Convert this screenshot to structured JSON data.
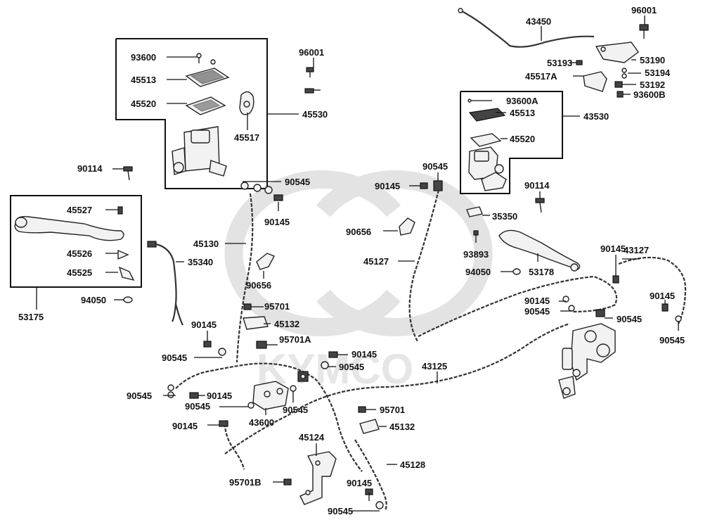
{
  "watermark": "KYMCO",
  "labels": {
    "l93600": "93600",
    "l45513a": "45513",
    "l45520a": "45520",
    "l45517": "45517",
    "l45530": "45530",
    "l96001a": "96001",
    "l90114a": "90114",
    "l90545a": "90545",
    "l90145a": "90145",
    "l45527": "45527",
    "l45526": "45526",
    "l45525": "45525",
    "l53175": "53175",
    "l94050a": "94050",
    "l45130": "45130",
    "l35340": "35340",
    "l90656a": "90656",
    "l95701a": "95701",
    "l45132a": "45132",
    "l90145b": "90145",
    "l95701A": "95701A",
    "l90545b": "90545",
    "l90145c": "90145",
    "l90545c": "90545",
    "l90545d": "90545",
    "l90145d": "90145",
    "l90545e": "90545",
    "l90145e": "90145",
    "l43600": "43600",
    "l90545f": "90545",
    "l43125": "43125",
    "l95701b": "95701",
    "l45132b": "45132",
    "l45124": "45124",
    "l45128": "45128",
    "l95701B": "95701B",
    "l90145f": "90145",
    "l90545g": "90545",
    "l43450": "43450",
    "l96001b": "96001",
    "l53193": "53193",
    "l53190": "53190",
    "l45517A": "45517A",
    "l53194": "53194",
    "l53192": "53192",
    "l93600B": "93600B",
    "l93600A": "93600A",
    "l45513b": "45513",
    "l43530": "43530",
    "l45520b": "45520",
    "l90545h": "90545",
    "l90145g": "90145",
    "l90114b": "90114",
    "l35350": "35350",
    "l90656b": "90656",
    "l45127": "45127",
    "l93893": "93893",
    "l94050b": "94050",
    "l53178": "53178",
    "l90145h": "90145",
    "l43127": "43127",
    "l90145i": "90145",
    "l90545i": "90545",
    "l90545j": "90545",
    "l90145j": "90145",
    "l90545k": "90545"
  }
}
